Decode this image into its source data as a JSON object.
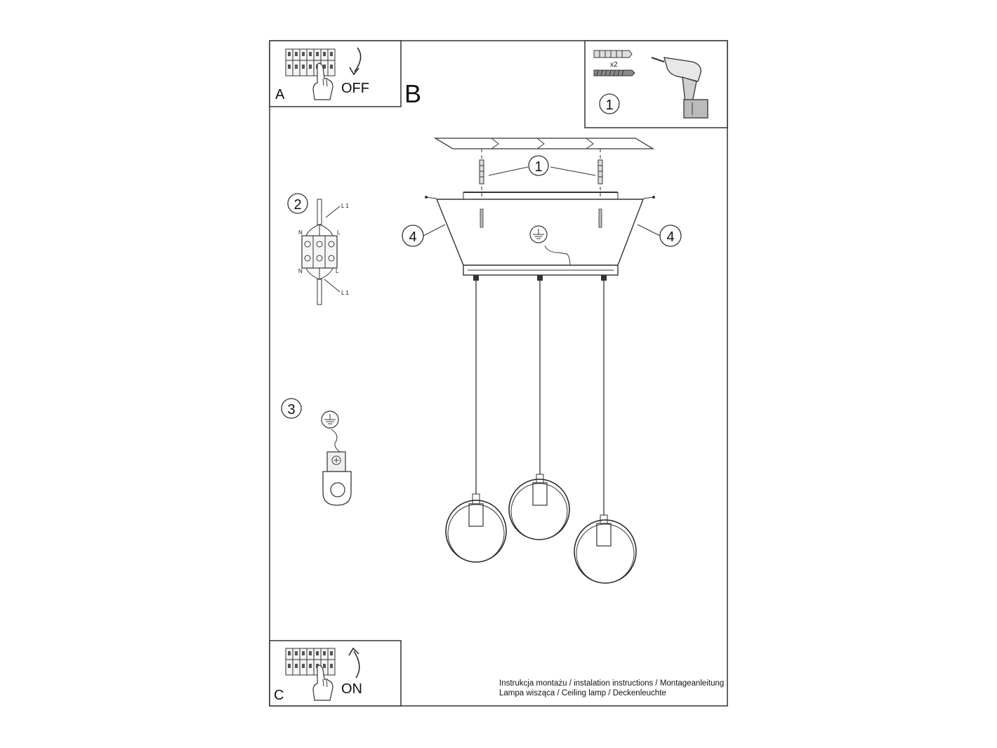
{
  "steps": {
    "a": {
      "letter": "A",
      "caption": "OFF"
    },
    "b": {
      "letter": "B"
    },
    "c": {
      "letter": "C",
      "caption": "ON"
    }
  },
  "tools": {
    "fixing_quantity": "x2",
    "step_number": "1"
  },
  "callouts": {
    "anchor": "1",
    "wiring": "2",
    "earth": "3",
    "screw": "4"
  },
  "wiring": {
    "neutral": "N",
    "live": "L",
    "live_1": "L 1"
  },
  "footer": {
    "instructions": "Instrukcja montażu / instalation instructions / Montageanleitung",
    "product": "Lampa wisząca / Ceiling lamp / Deckenleuchte"
  }
}
